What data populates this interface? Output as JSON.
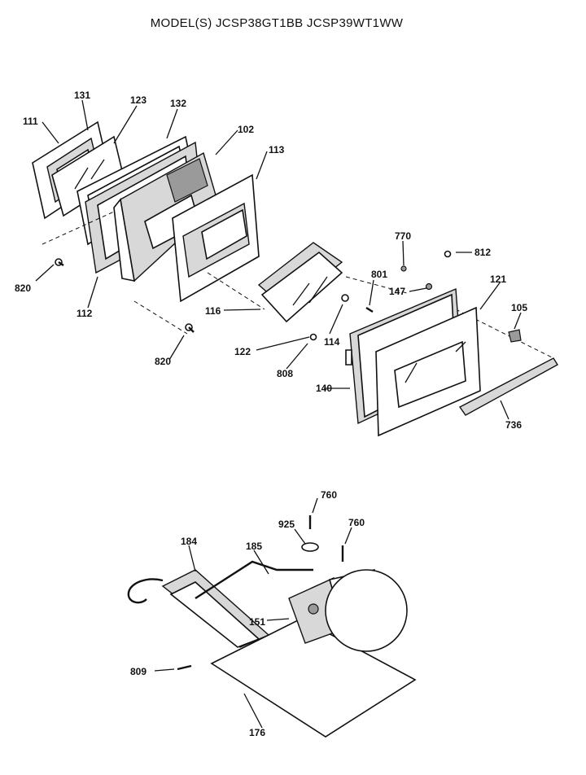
{
  "title": "MODEL(S) JCSP38GT1BB  JCSP39WT1WW",
  "callouts": {
    "p111": "111",
    "p131": "131",
    "p123": "123",
    "p132": "132",
    "p102": "102",
    "p113": "113",
    "p820a": "820",
    "p112": "112",
    "p116": "116",
    "p820b": "820",
    "p122": "122",
    "p808a": "808",
    "p114": "114",
    "p801": "801",
    "p770": "770",
    "p812": "812",
    "p147": "147",
    "p121": "121",
    "p105": "105",
    "p140": "140",
    "p736": "736",
    "p760a": "760",
    "p925": "925",
    "p760b": "760",
    "p184": "184",
    "p185": "185",
    "p151": "151",
    "p809": "809",
    "p176": "176"
  }
}
